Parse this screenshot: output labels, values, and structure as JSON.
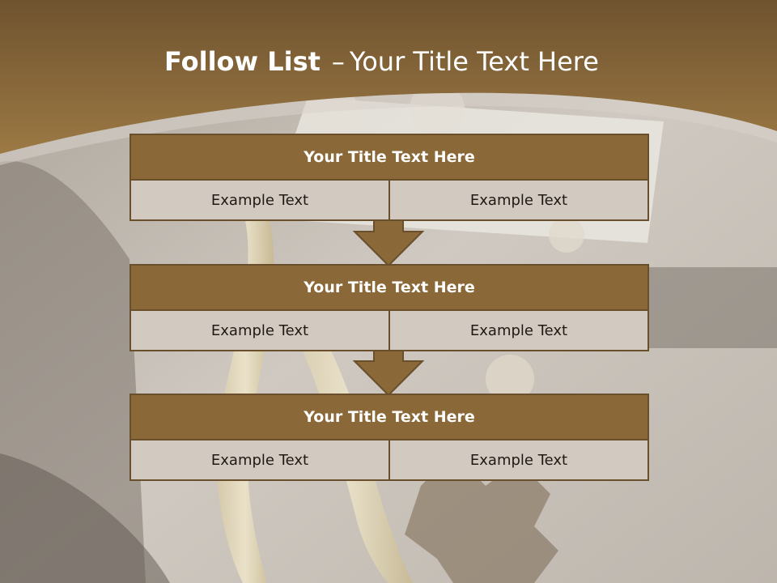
{
  "slide": {
    "title_bold": "Follow List",
    "title_dash": "–",
    "title_rest": "Your Title Text Here"
  },
  "colors": {
    "band_top": "#6f532f",
    "band_bottom": "#9a7743",
    "block_header": "#8b6838",
    "block_border": "#6a4f2c",
    "cell_fill": "#d2c9c1",
    "arrow_fill": "#8b6838"
  },
  "blocks": [
    {
      "title": "Your Title Text Here",
      "left_text": "Example Text",
      "right_text": "Example Text"
    },
    {
      "title": "Your Title Text Here",
      "left_text": "Example Text",
      "right_text": "Example Text"
    },
    {
      "title": "Your Title Text Here",
      "left_text": "Example Text",
      "right_text": "Example Text"
    }
  ]
}
